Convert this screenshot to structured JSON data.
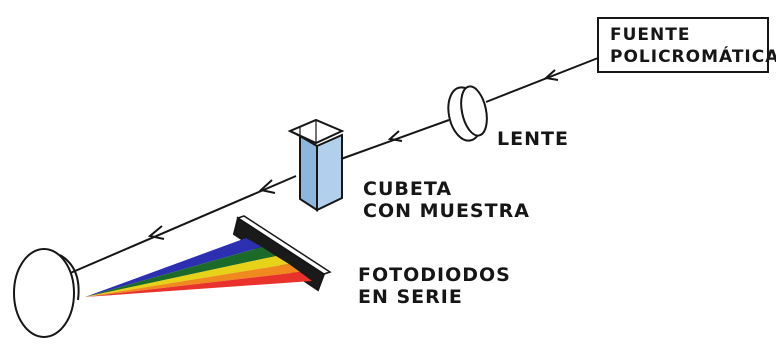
{
  "labels": {
    "source_line1": "FUENTE",
    "source_line2": "POLICROMÁTICA",
    "lens": "LENTE",
    "cuvette_line1": "CUBETA",
    "cuvette_line2": "CON MUESTRA",
    "photodiodes_line1": "FOTODIODOS",
    "photodiodes_line2": "EN SERIE"
  },
  "colors": {
    "ink": "#161616",
    "liquid": "#9fc2e4",
    "spectrum": [
      "#2b2fb0",
      "#1c6a2a",
      "#e7d21a",
      "#f08a1e",
      "#e8322b"
    ],
    "grating": "#1a1a1a"
  },
  "icons": {
    "source": "rectangle-box",
    "lens": "lens-icon",
    "cuvette": "cuvette-icon",
    "grating": "grating-icon",
    "mirror": "ellipse-mirror-icon",
    "arrows": "arrowhead-icon"
  }
}
